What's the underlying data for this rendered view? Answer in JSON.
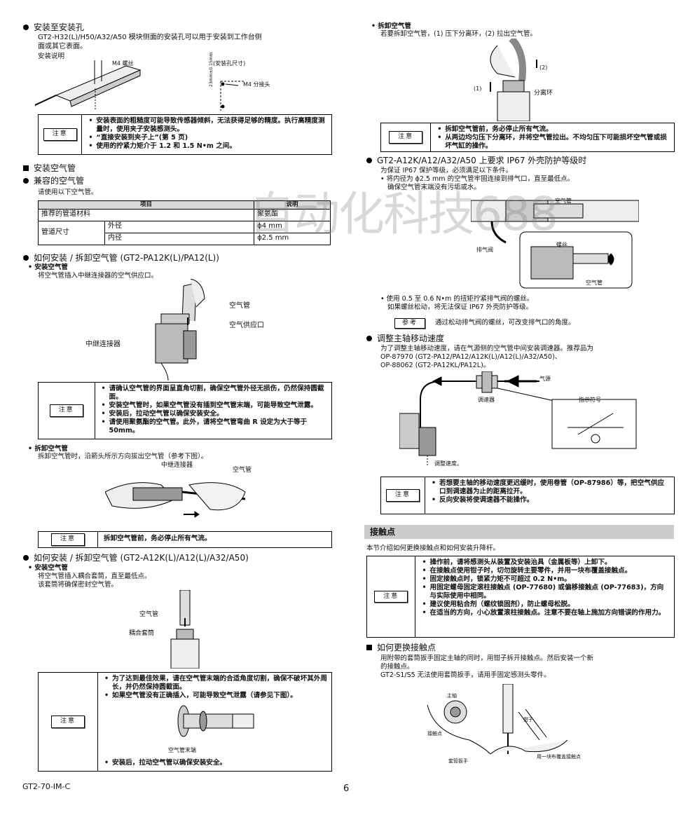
{
  "left": {
    "mount": {
      "heading": "安装至安装孔",
      "text1": "GT2-H32(L)/H50/A32/A50 模块侧面的安装孔可以用于安装到工作台侧",
      "text2": "面或其它表面。",
      "caption": "安装说明",
      "label_screw": "M4 螺丝",
      "label_hole": "(安装孔尺寸)",
      "label_tap": "M4 分接头",
      "label_dim": "23mm±0.15mm"
    },
    "note1": {
      "label": "注意",
      "items": [
        "安装表面的粗糙度可能导致传感器倾斜，无法获得足够的精度。执行高精度测量时，使用夹子安装感测头。",
        "“直接安装到夹子上”(第 5 页)",
        "使用的拧紧力矩介于 1.2 和 1.5 N•m 之间。"
      ]
    },
    "air_heading": "安装空气管",
    "compat_heading": "兼容的空气管",
    "compat_text": "请使用以下空气管。",
    "table": {
      "col1": "项目",
      "col2": "说明",
      "r1c1": "推荐的管道材料",
      "r1c3": "聚氨酯",
      "r2c1": "管道尺寸",
      "r2c2": "外径",
      "r2c3": "ϕ4 mm",
      "r3c2": "内径",
      "r3c3": "ϕ2.5 mm"
    },
    "pa12": {
      "heading": "如何安装 / 拆卸空气管 (GT2-PA12K(L)/PA12(L))",
      "sub": "安装空气管",
      "text": "将空气管插入中继连接器的空气供应口。",
      "label_tube": "空气管",
      "label_port": "空气供应口",
      "label_conn": "中继连接器"
    },
    "note2": {
      "label": "注意",
      "items": [
        "请确认空气管的界面呈直角切割，确保空气管外径无损伤，仍然保持圆截面。",
        "安装空气管时，如果空气管没有插到空气管末端，可能导致空气泄露。",
        "安装后，拉动空气管以确保安装安全。",
        "请使用聚氨酯的空气管。此外，请将空气管弯曲 R 设定为大于等于 50mm。"
      ]
    },
    "remove1": {
      "sub": "拆卸空气管",
      "text": "拆卸空气管时，沿箭头所示方向拔出空气管（参考下图）。",
      "label_conn": "中继连接器",
      "label_tube": "空气管"
    },
    "note3": {
      "label": "注意",
      "text": "拆卸空气管前，务必停止所有气流。"
    },
    "a12": {
      "heading": "如何安装 / 拆卸空气管 (GT2-A12K(L)/A12(L)/A32/A50)",
      "sub": "安装空气管",
      "text1": "将空气管插入耦合套筒，直至最低点。",
      "text2": "该套筒将确保密封空气管。",
      "label_tube": "空气管",
      "label_sleeve": "耦合套筒"
    },
    "note4": {
      "label": "注意",
      "item1": "为了达到最佳效果，请在空气管末端的合适角度切割，确保不破坏其外周长，并仍然保持圆截面。",
      "item2": "如果空气管没有正确插入，可能导致空气泄露（请参见下图）。",
      "label_end": "空气管末端",
      "item3": "安装后，拉动空气管以确保安装安全。"
    },
    "footer_code": "GT2-70-IM-C"
  },
  "right": {
    "remove2": {
      "sub": "拆卸空气管",
      "text": "若要拆卸空气管，(1) 压下分离环，(2) 拉出空气管。",
      "label_2": "(2)",
      "label_1": "(1)",
      "label_ring": "分离环"
    },
    "note5": {
      "label": "注意",
      "items": [
        "拆卸空气管前，务必停止所有气流。",
        "从两边均匀压下分离环，并将空气管拉出。不均匀压下可能损坏空气管或损坏气缸的操作。"
      ]
    },
    "ip67": {
      "heading": "GT2-A12K/A12/A32/A50 上要求 IP67 外壳防护等级时",
      "text1": "为保证 IP67 保护等级，必须满足以下条件。",
      "text2": "• 将内径为 ϕ2.5 mm 的空气管牢固连接到排气口，直至最低点。",
      "text3": "确保空气管末端没有污垢或水。",
      "label_tube_top": "空气管",
      "label_valve": "排气阀",
      "label_screw": "螺丝",
      "label_tube_bottom": "空气管",
      "torque1": "• 使用 0.5 至 0.6 N•m 的扭矩拧紧排气阀的螺丝。",
      "torque2": "如果螺丝松动，将无法保证 IP67 外壳防护等级。",
      "ref_label": "参考",
      "ref_text": "通过松动排气阀的螺丝，可改变排气口的角度。"
    },
    "speed": {
      "heading": "调整主轴移动速度",
      "text1": "为了调整主轴移动速度，请在气源侧的空气管中间安装调速器。推荐品为",
      "text2": "OP-87970 (GT2-PA12/PA12/A12K(L)/A12(L)/A32/A50)、",
      "text3": "OP-88062 (GT2-PA12KL/PA12L)。",
      "label_source": "气源",
      "label_regulator": "调速器",
      "label_symbol": "指示符号",
      "label_speed": "调整速度。"
    },
    "note6": {
      "label": "注意",
      "items": [
        "若想要主轴的移动速度更迟缓时，使用卷管（OP-87986）等，把空气供应口到调速器为止的距离拉开。",
        "反向安装将使调速器不能操作。"
      ]
    },
    "contact": {
      "title": "接触点",
      "intro": "本节介绍如何更换接触点和如何安装升降杆。"
    },
    "note7": {
      "label": "注意",
      "items": [
        "操作前，请将感测头从装置及安装治具（金属板等）上卸下。",
        "在接触点使用钳子时，切勿旋转主要零件，并用一块布覆盖接触点。",
        "固定接触点时，锁紧力矩不可超过 0.2 N•m。",
        "用固定螺母固定滚柱接触点 (OP-77680) 或偏移接触点 (OP-77683)，方向与实际使用中相同。",
        "建议使用粘合剂（螺纹锁固剂），防止螺母松脱。",
        "在适当的方向，小心放置滚柱接触点。注意不要在轴上施加方向错误的作用力。"
      ]
    },
    "replace": {
      "heading": "如何更换接触点",
      "text1": "用附带的套筒扳手固定主轴的同时，用钳子拆开接触点。然后安装一个新",
      "text2": "的接触点。",
      "text3": "GT2-S1/S5 无法使用套筒扳手，请用手固定感测头零件。",
      "label_shaft": "主轴",
      "label_contact": "接触点",
      "label_pliers": "钳子",
      "label_wrench": "套管扳手",
      "label_cloth": "用一块布覆盖接触点"
    }
  },
  "page_number": "6",
  "watermark": "自动化科技688"
}
